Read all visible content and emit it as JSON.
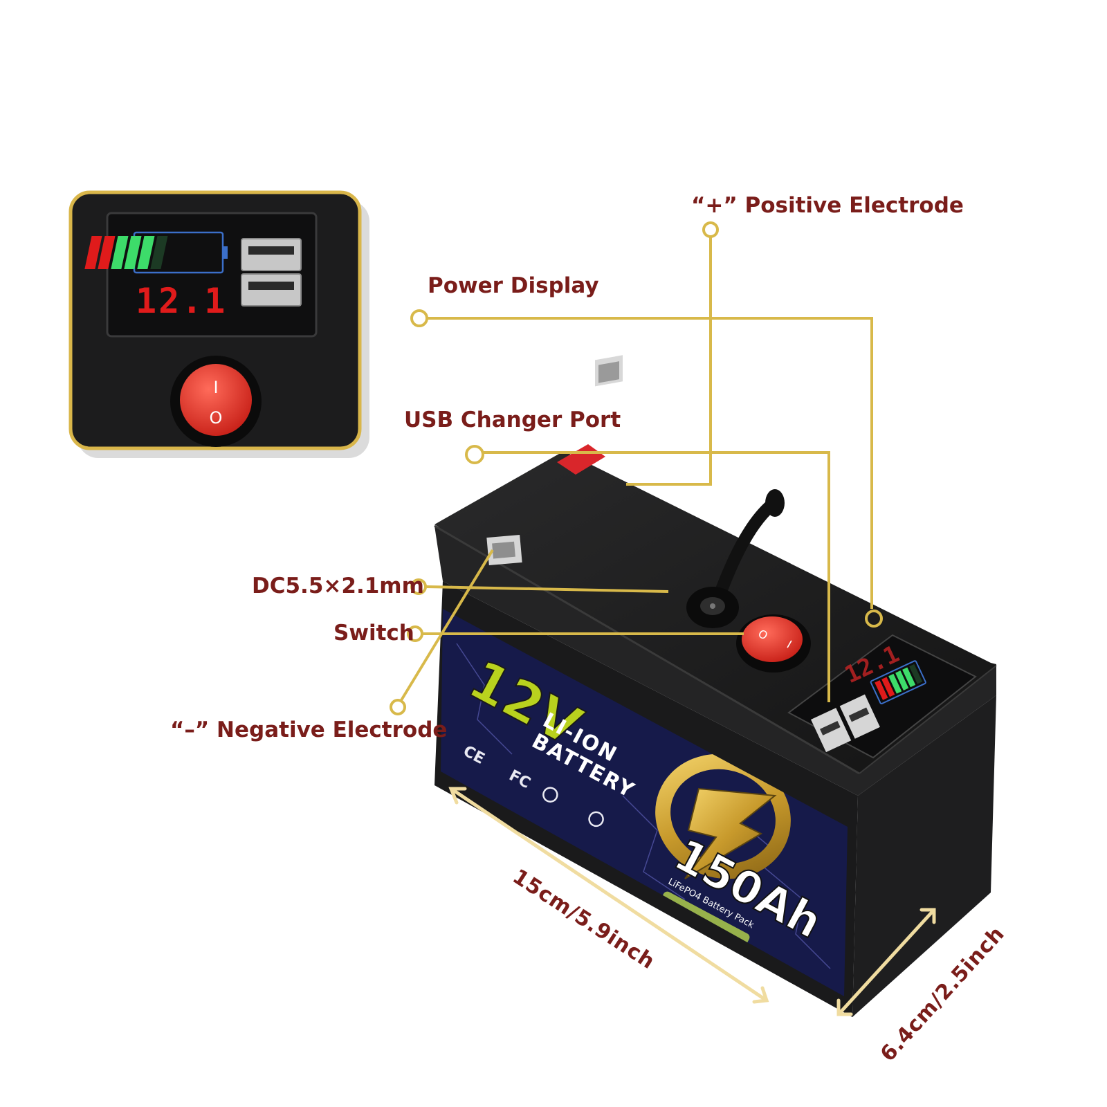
{
  "callouts": {
    "positive": "“+” Positive Electrode",
    "power_display": "Power Display",
    "usb_port": "USB Changer Port",
    "dc_port": "DC5.5×2.1mm",
    "switch": "Switch",
    "negative": "“–” Negative Electrode"
  },
  "dimensions": {
    "length": "15cm/5.9inch",
    "width": "6.4cm/2.5inch"
  },
  "display": {
    "voltage": "12.1",
    "battery_level": 0.8
  },
  "label": {
    "voltage": "12V",
    "chemistry_line1": "LI-ION",
    "chemistry_line2": "BATTERY",
    "capacity": "150Ah",
    "sub_text": "LiFePO4 Battery Pack"
  },
  "switch_marks": {
    "on": "I",
    "off": "O"
  },
  "colors": {
    "accent_line": "#d8b94a",
    "label_text": "#7a1d1a",
    "battery_body": "#1b1b1c",
    "label_background": "#161a4a",
    "voltage_green": "#b9d21e",
    "display_red": "#e01b1b",
    "display_green": "#3ddc6a"
  }
}
